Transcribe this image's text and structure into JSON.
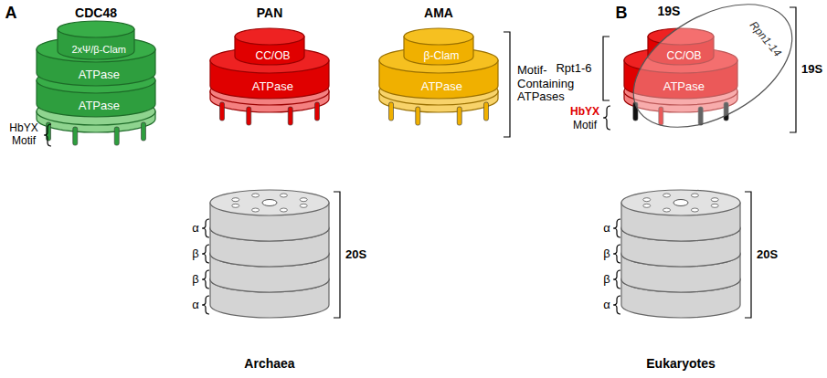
{
  "diagram": {
    "nodes": [
      {
        "text": [
          "2xΨ/β-Clam"
        ]
      },
      {
        "text": [
          "ATPase"
        ]
      },
      {
        "text": [
          "ATPase"
        ]
      },
      {
        "text": [
          "CC/OB"
        ]
      },
      {
        "text": [
          "ATPase"
        ]
      },
      {
        "text": [
          "β-Clam"
        ]
      },
      {
        "text": [
          "ATPase"
        ]
      },
      {
        "text": [
          "Rpn1-14"
        ]
      },
      {
        "text": [
          "CC/OB"
        ]
      },
      {
        "text": [
          "ATPase"
        ]
      }
    ],
    "labels": [
      "A",
      "CDC48",
      "PAN",
      "AMA",
      "HbYX Motif",
      "Motif-Containing ATPases",
      "α",
      "β",
      "β",
      "α",
      "20S",
      "Archaea",
      "B",
      "19S",
      "Rpt1-6",
      "HbYX",
      "Motif",
      "19S",
      "α",
      "β",
      "β",
      "α",
      "20S",
      "Eukaryotes"
    ]
  }
}
